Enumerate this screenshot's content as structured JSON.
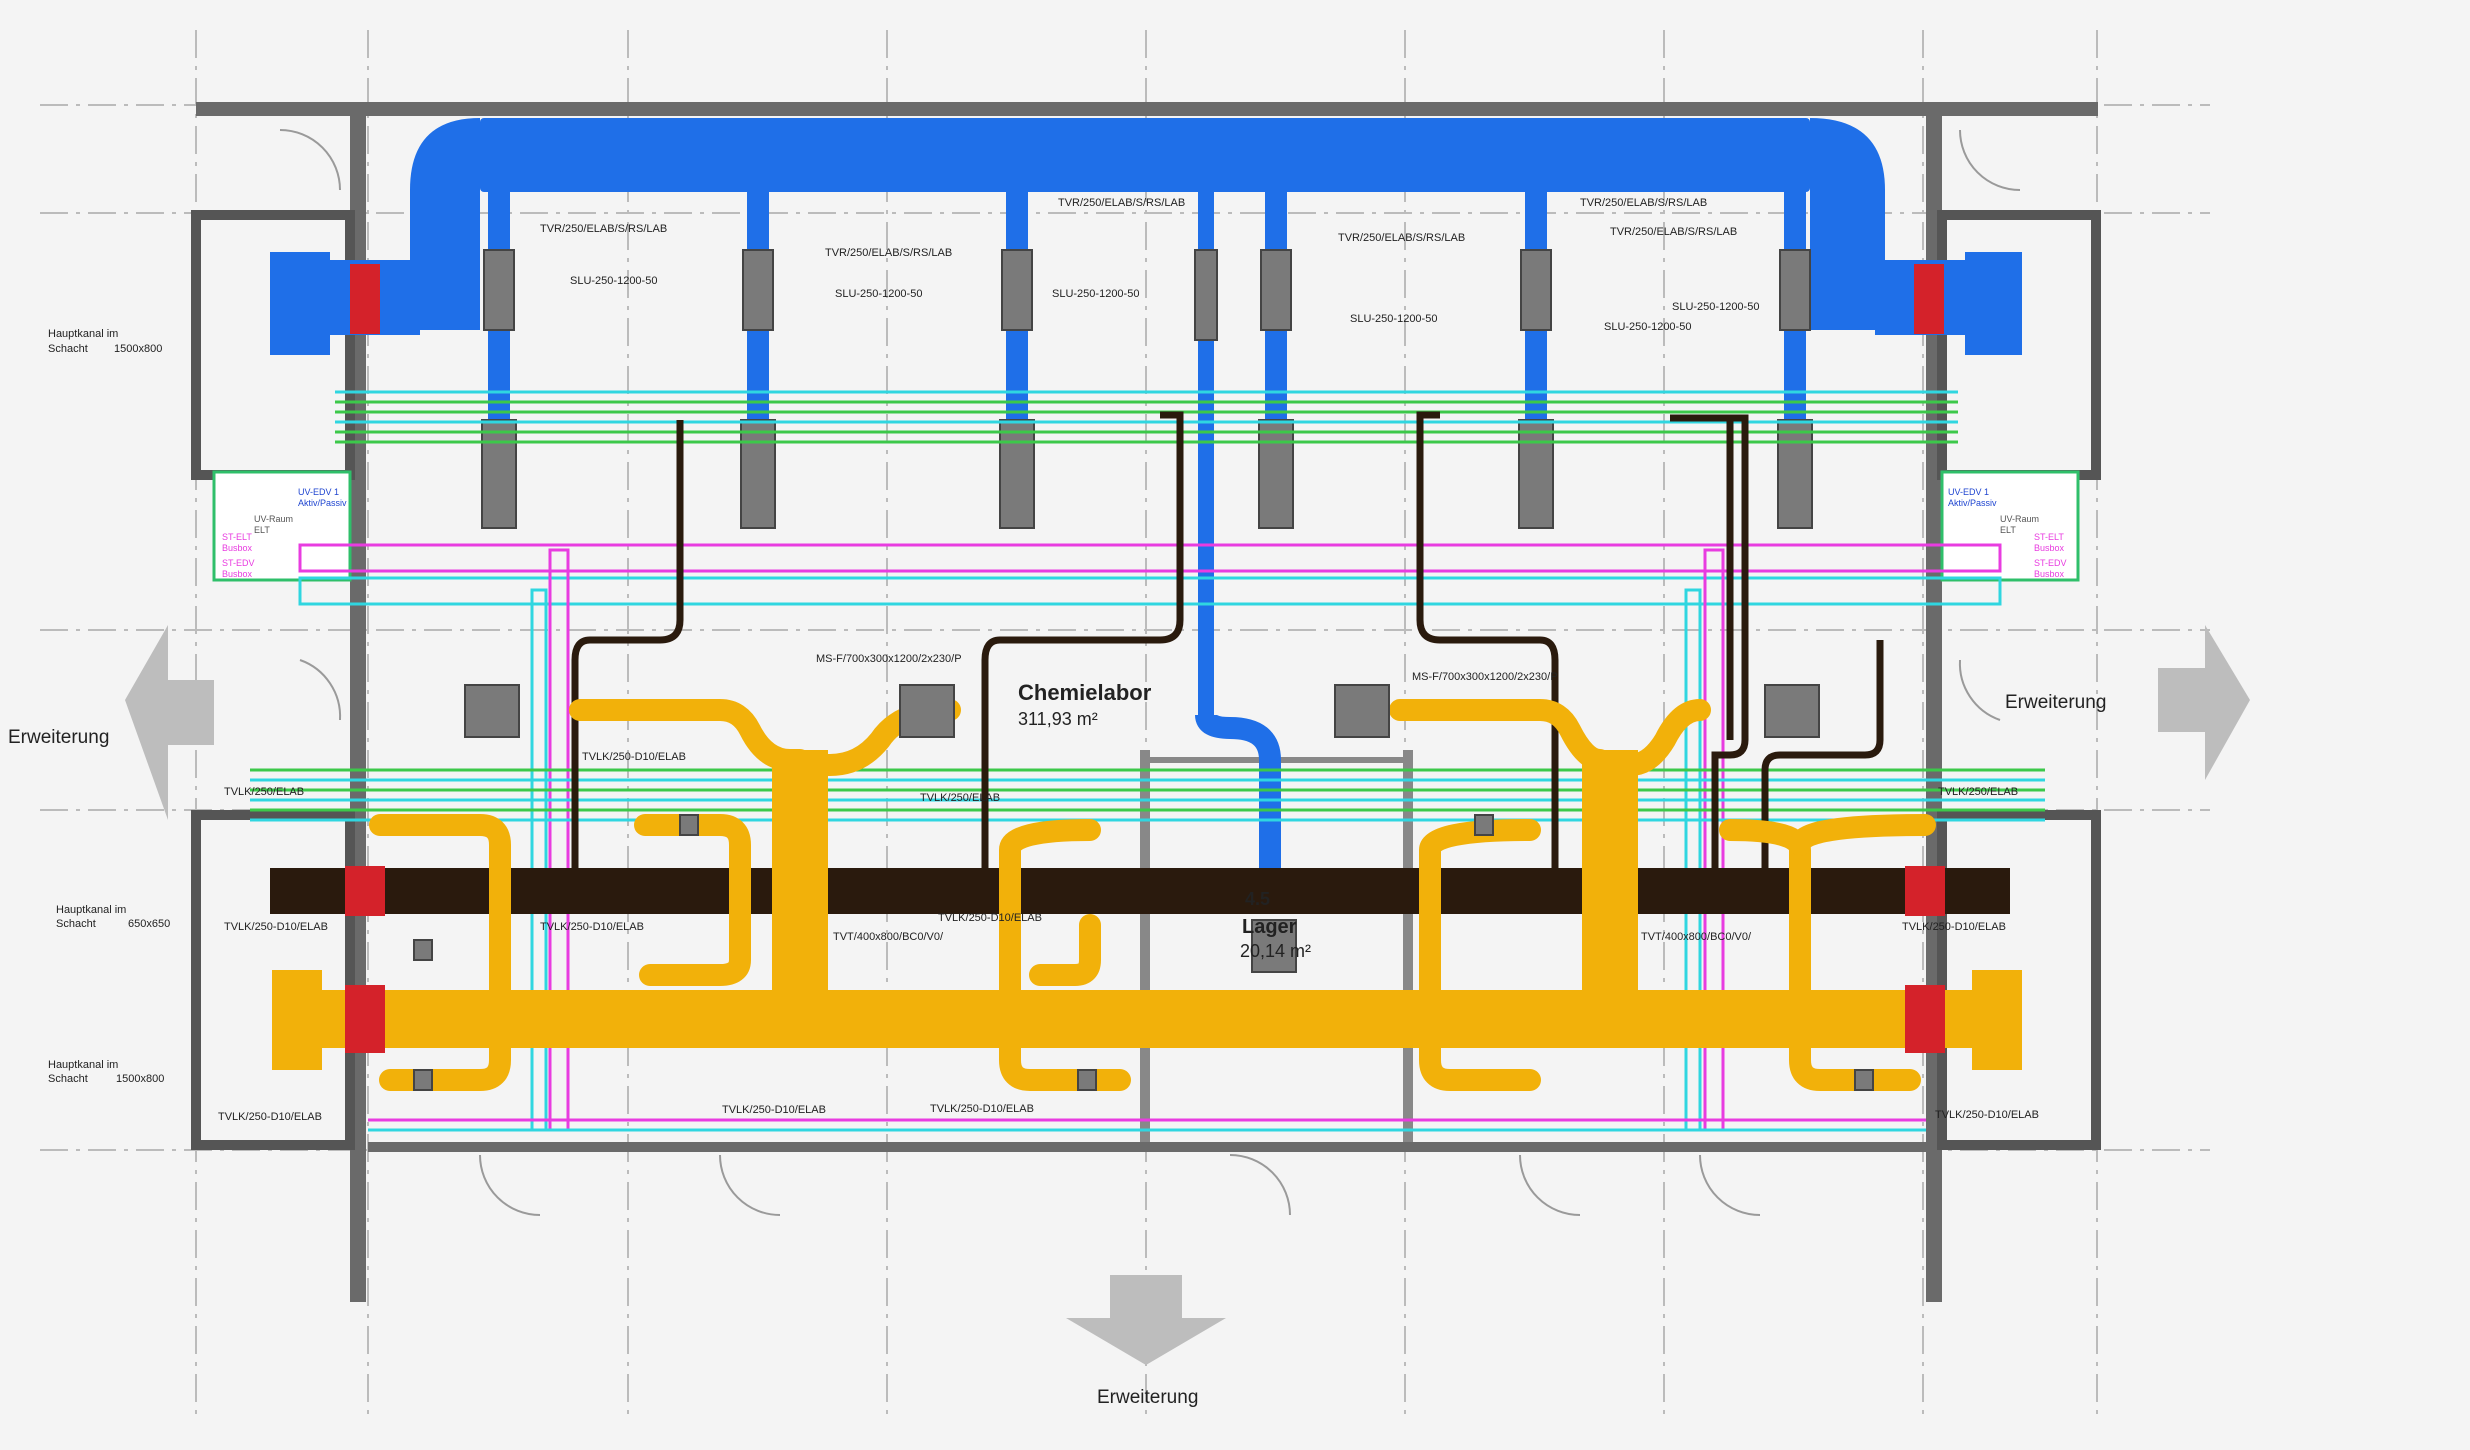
{
  "rooms": {
    "chemielabor": {
      "name": "Chemielabor",
      "area": "311,93 m²"
    },
    "lager": {
      "number": "4.5",
      "name": "Lager",
      "area": "20,14 m²"
    }
  },
  "expansion": {
    "left": "Erweiterung",
    "right": "Erweiterung",
    "bottom": "Erweiterung"
  },
  "shafts": {
    "top_left": {
      "line1": "Hauptkanal im",
      "line2": "Schacht",
      "size": "1500x800"
    },
    "mid_left": {
      "line1": "Hauptkanal im",
      "line2": "Schacht",
      "size": "650x650"
    },
    "bottom_left": {
      "line1": "Hauptkanal im",
      "line2": "Schacht",
      "size": "1500x800"
    }
  },
  "supply_units": {
    "tvr": "TVR/250/ELAB/S/RS/LAB",
    "slu": "SLU-250-1200-50"
  },
  "fume_units": {
    "ms": "MS-F/700x300x1200/2x230/P",
    "tvlk_d10": "TVLK/250-D10/ELAB",
    "tvlk": "TVLK/250/ELAB",
    "tvt": "TVT/400x800/BC0/V0/"
  },
  "electrical": {
    "uv_edv": "UV-EDV 1",
    "aktiv_passiv": "Aktiv/Passiv",
    "uv_raum": "UV-Raum",
    "elt": "ELT",
    "st_elt": "ST-ELT",
    "st_edv": "ST-EDV",
    "busbox": "Busbox"
  },
  "colors": {
    "supply_duct": "#1f6fe8",
    "exhaust_duct": "#f2b10a",
    "main_exhaust": "#2a1a0d",
    "damper": "#d4222a",
    "electrical_tray": "#e83ce0",
    "data_tray": "#2fd6e0",
    "pipe_green": "#3cc84a",
    "wall": "#666666",
    "expansion_arrow": "#bdbdbd"
  }
}
